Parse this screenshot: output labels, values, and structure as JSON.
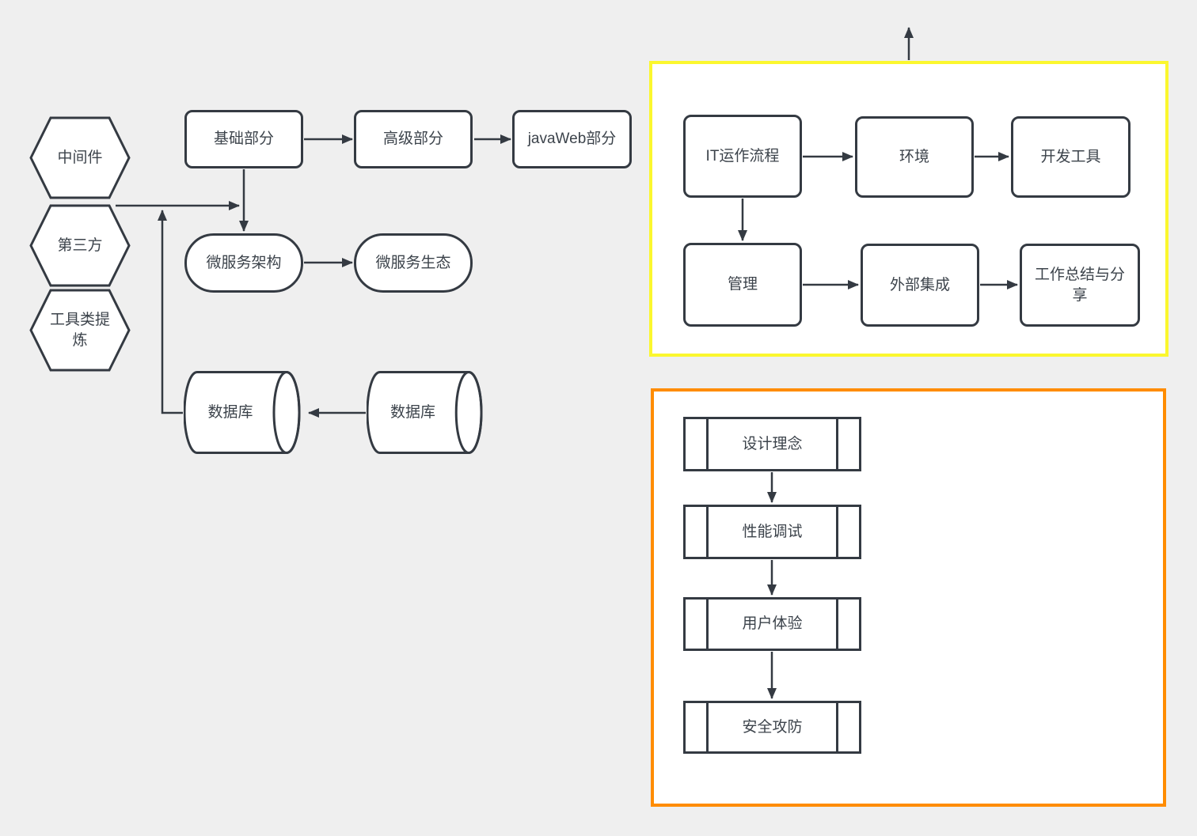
{
  "canvas": {
    "colors": {
      "background": "#EFEFEF",
      "shape_fill": "#FFFFFF",
      "stroke": "#343A42",
      "yellow_group_border": "#FBF72E",
      "orange_group_border": "#FF8C00"
    }
  },
  "nodes": {
    "middleware": {
      "label": "中间件",
      "shape": "hexagon"
    },
    "third_party": {
      "label": "第三方",
      "shape": "hexagon"
    },
    "tool_extraction": {
      "label": "工具类提炼",
      "shape": "hexagon"
    },
    "basic_part": {
      "label": "基础部分",
      "shape": "rounded-rect"
    },
    "advanced_part": {
      "label": "高级部分",
      "shape": "rounded-rect"
    },
    "javaweb_part": {
      "label": "javaWeb部分",
      "shape": "rounded-rect"
    },
    "microservice_architecture": {
      "label": "微服务架构",
      "shape": "stadium"
    },
    "microservice_ecosystem": {
      "label": "微服务生态",
      "shape": "stadium"
    },
    "database_left": {
      "label": "数据库",
      "shape": "cylinder"
    },
    "database_right": {
      "label": "数据库",
      "shape": "cylinder"
    },
    "it_operation_flow": {
      "label": "IT运作流程",
      "shape": "rounded-rect"
    },
    "environment": {
      "label": "环境",
      "shape": "rounded-rect"
    },
    "dev_tools": {
      "label": "开发工具",
      "shape": "rounded-rect"
    },
    "management": {
      "label": "管理",
      "shape": "rounded-rect"
    },
    "external_integration": {
      "label": "外部集成",
      "shape": "rounded-rect"
    },
    "work_summary_share": {
      "label": "工作总结与分享",
      "shape": "rounded-rect"
    },
    "design_concept": {
      "label": "设计理念",
      "shape": "predefined-process"
    },
    "performance_tuning": {
      "label": "性能调试",
      "shape": "predefined-process"
    },
    "user_experience": {
      "label": "用户体验",
      "shape": "predefined-process"
    },
    "security_offense_defense": {
      "label": "安全攻防",
      "shape": "predefined-process"
    }
  }
}
